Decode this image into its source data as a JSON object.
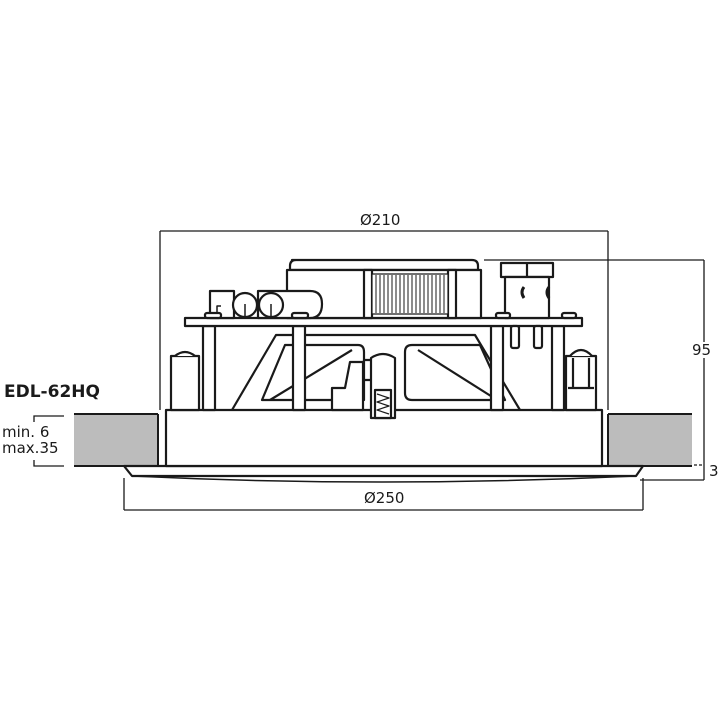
{
  "model": "EDL-62HQ",
  "dimensions": {
    "inner_diameter": "Ø210",
    "outer_diameter": "Ø250",
    "height": "95",
    "flange": "3",
    "ceiling_min": "min. 6",
    "ceiling_max": "max.35"
  },
  "colors": {
    "line": "#1a1a1a",
    "ceiling_fill": "#bcbcbc",
    "background": "#ffffff"
  }
}
